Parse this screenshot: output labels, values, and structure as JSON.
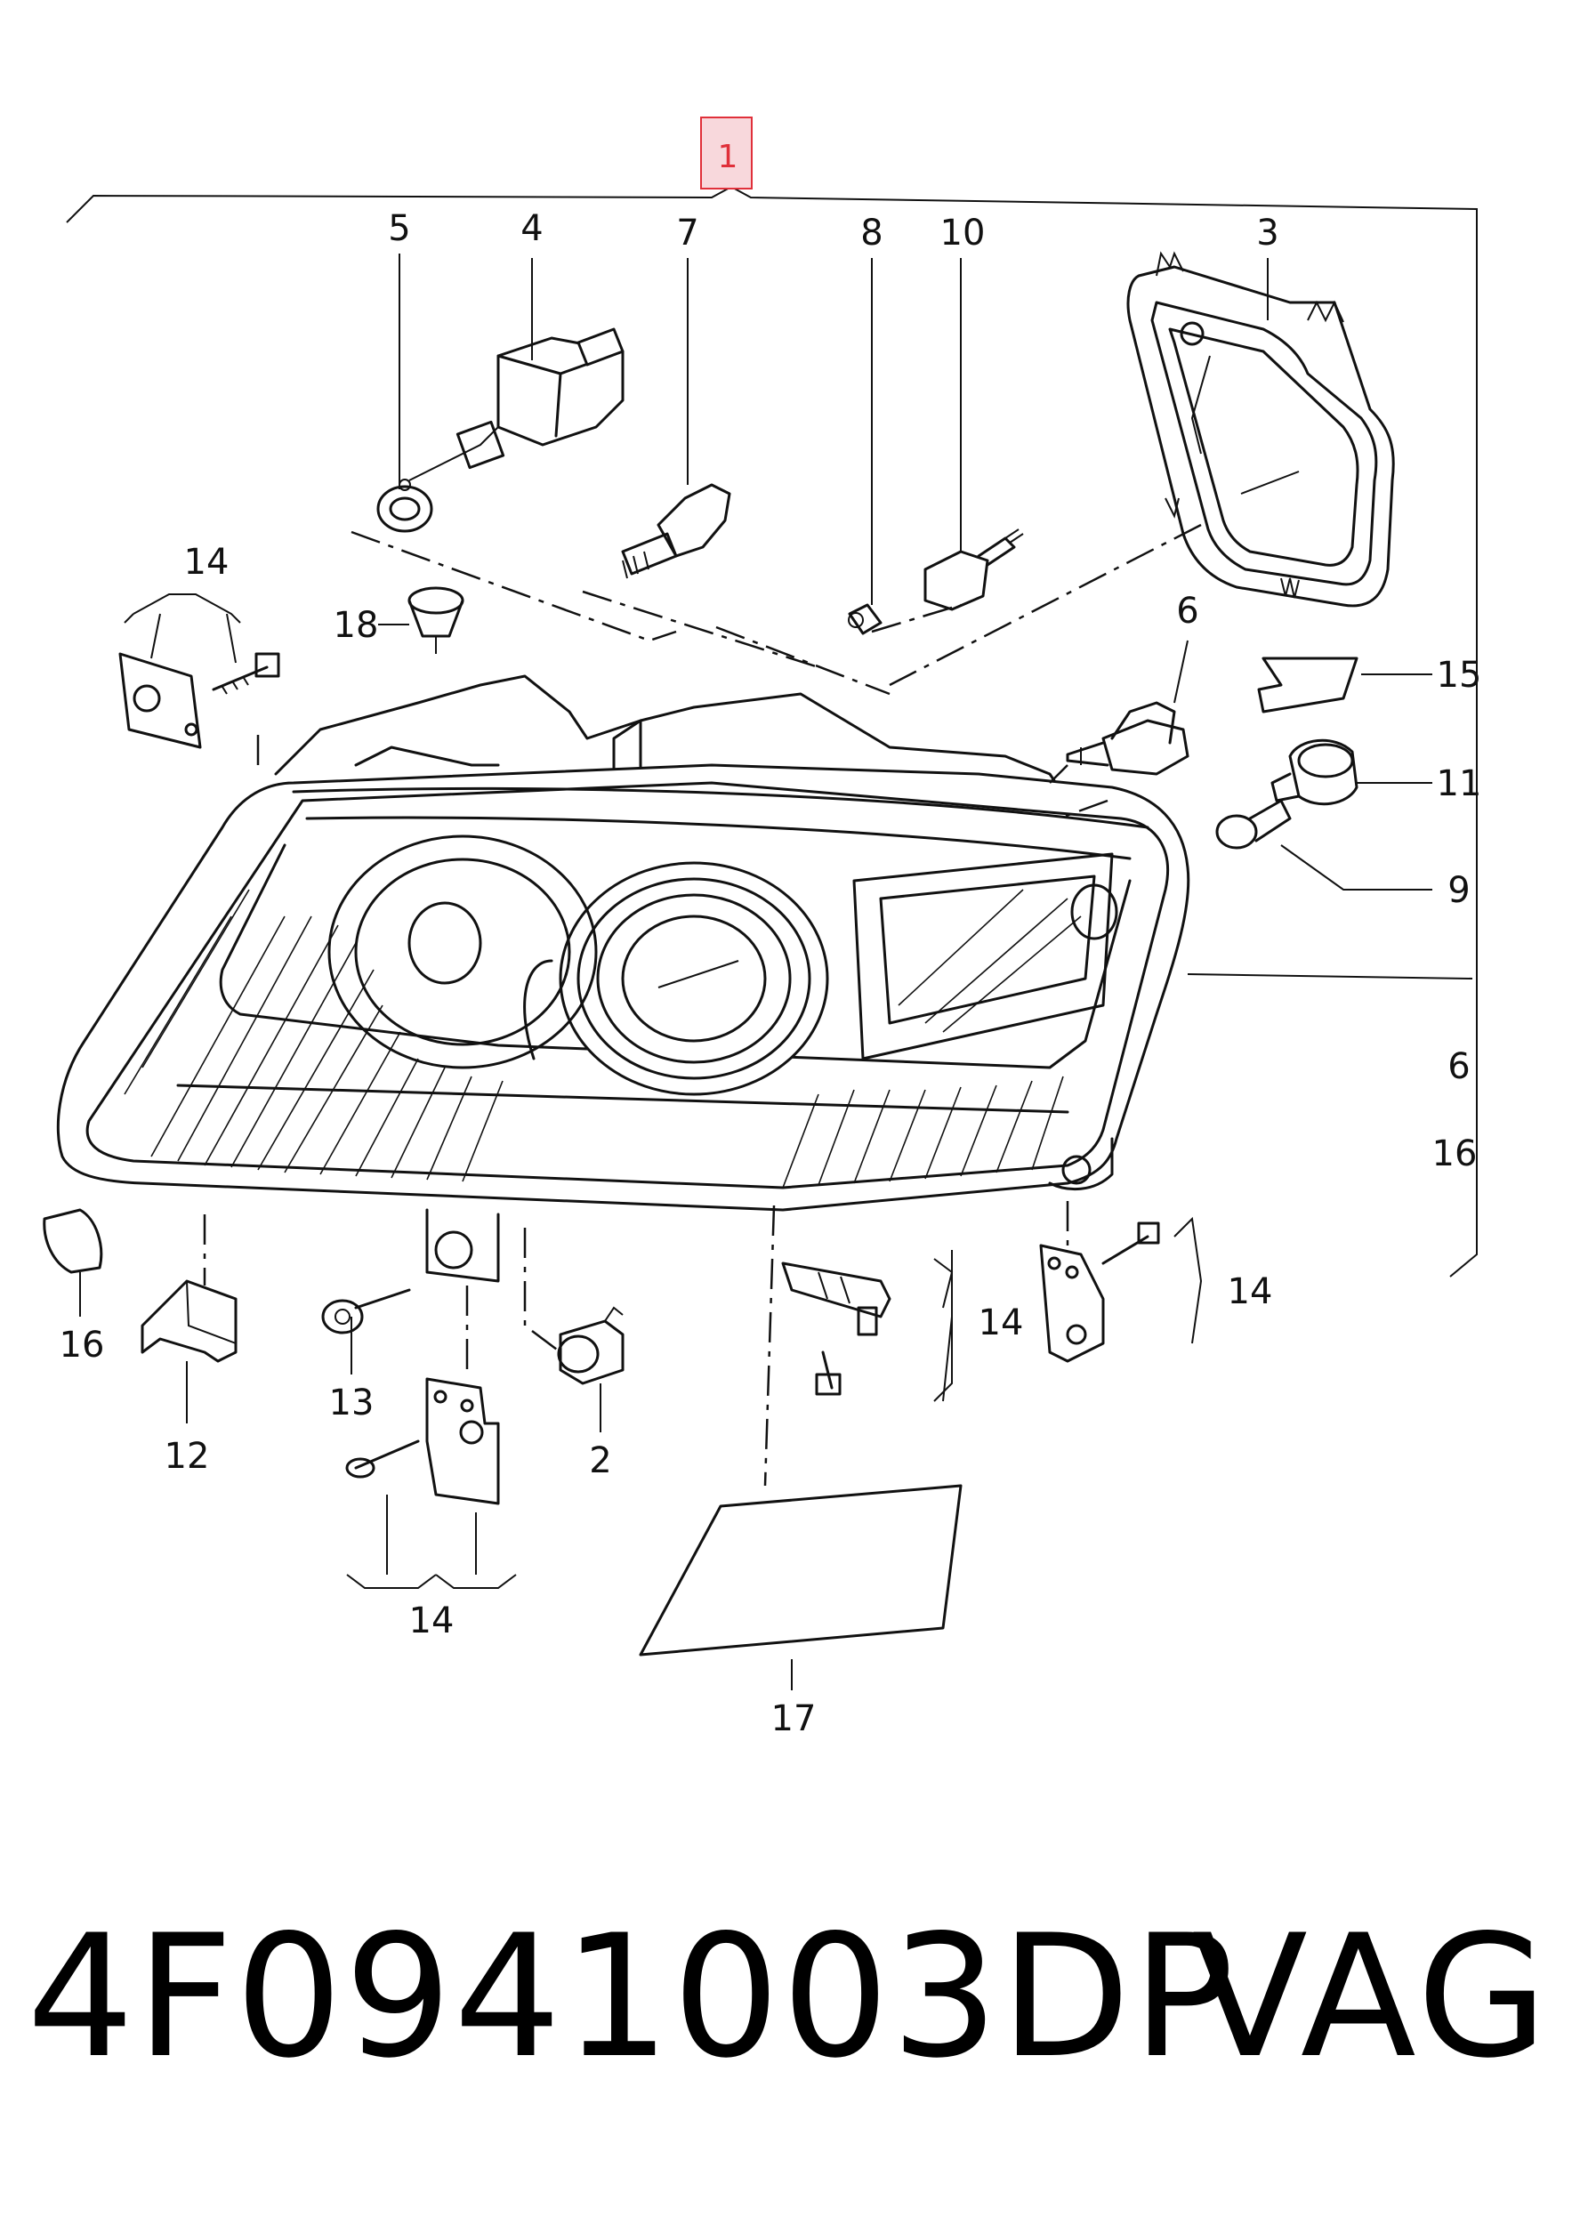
{
  "diagram": {
    "callouts": {
      "c1": "1",
      "c2": "2",
      "c3": "3",
      "c4": "4",
      "c5": "5",
      "c6a": "6",
      "c6b": "6",
      "c7": "7",
      "c8": "8",
      "c9": "9",
      "c10": "10",
      "c11": "11",
      "c12": "12",
      "c13": "13",
      "c14a": "14",
      "c14b": "14",
      "c14c": "14",
      "c14d": "14",
      "c15": "15",
      "c16a": "16",
      "c16b": "16",
      "c17": "17",
      "c18": "18"
    },
    "highlight_color": "#e0303a"
  },
  "footer": {
    "part_number": "4F0941003DP",
    "brand": "VAG"
  }
}
